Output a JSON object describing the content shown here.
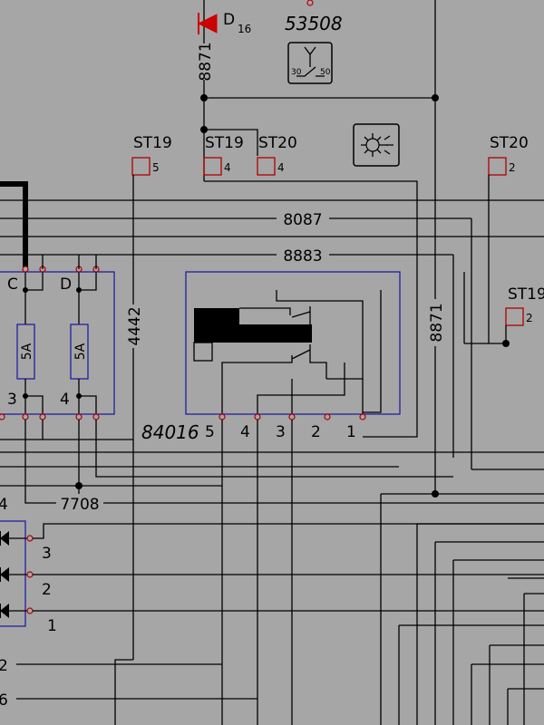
{
  "diagram": {
    "diode_d16": {
      "name": "D",
      "sub": "16"
    },
    "relay_53508": {
      "label": "53508",
      "terminal_left": "30",
      "terminal_right": "50"
    },
    "wire_8871_top": "8871",
    "wire_8871_right": "8871",
    "wire_8087": "8087",
    "wire_8883": "8883",
    "wire_4442": "4442",
    "wire_7708": "7708",
    "connectors": [
      {
        "name": "ST19",
        "pin": "5"
      },
      {
        "name": "ST19",
        "pin": "4"
      },
      {
        "name": "ST20",
        "pin": "4"
      },
      {
        "name": "ST20",
        "pin": "2"
      },
      {
        "name": "ST19",
        "pin": "2"
      }
    ],
    "fuse_box": {
      "top_left": "C",
      "top_right": "D",
      "fuse_left": "5A",
      "fuse_right": "5A",
      "bottom_left": "3",
      "bottom_right": "4"
    },
    "switch_84016": {
      "label": "84016",
      "pins": [
        "5",
        "4",
        "3",
        "2",
        "1"
      ]
    },
    "diode_array_pins": [
      "3",
      "2",
      "1"
    ],
    "edge_left_4": "4",
    "edge_left_2": "2",
    "edge_left_6": "6"
  }
}
